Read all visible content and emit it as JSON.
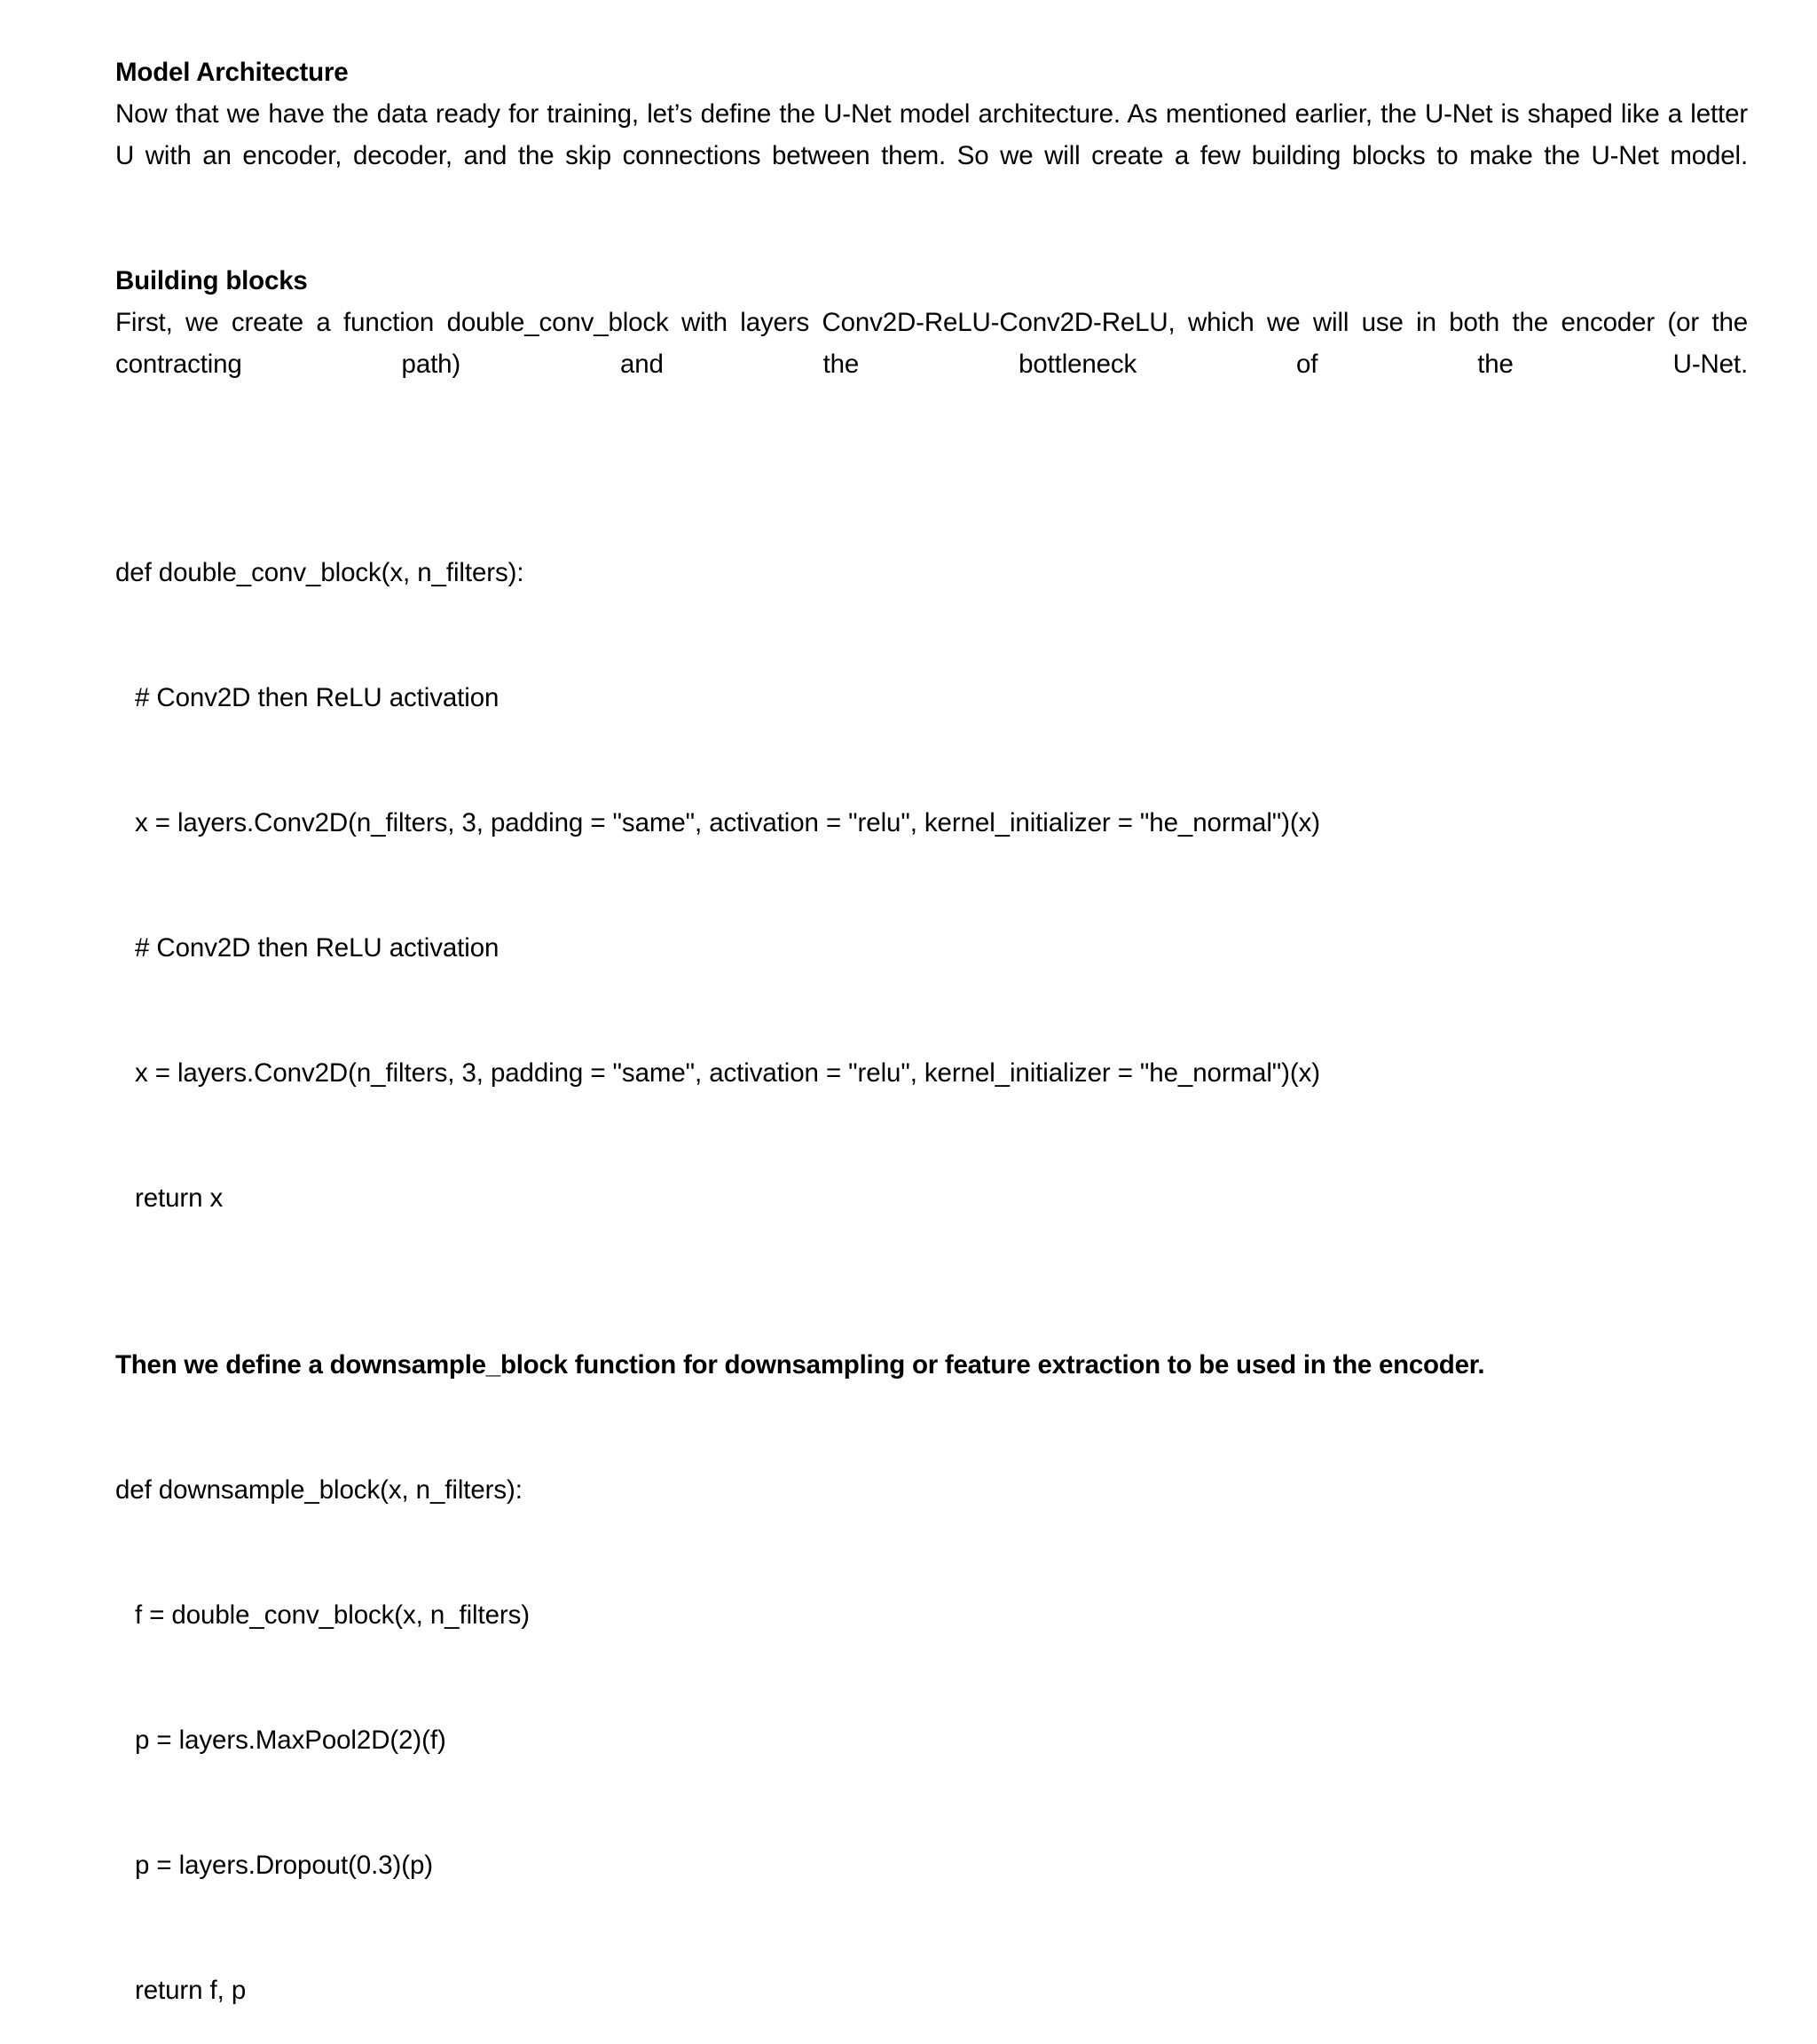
{
  "document": {
    "background_color": "#ffffff",
    "text_color": "#000000",
    "sections": {
      "model_architecture": {
        "heading": "Model Architecture",
        "paragraph": "Now that we have the data ready for training, let’s define the U-Net model architecture. As mentioned earlier, the U-Net is shaped like a letter U with an encoder, decoder, and the skip connections between them. So we will create a few building blocks to make the U-Net model."
      },
      "building_blocks": {
        "heading": "Building blocks",
        "paragraph": "First, we create a function double_conv_block with layers Conv2D-ReLU-Conv2D-ReLU, which we will use in both the encoder (or the contracting path) and the bottleneck of the U-Net.",
        "code": [
          {
            "indent": 0,
            "text": "def double_conv_block(x, n_filters):"
          },
          {
            "indent": 1,
            "text": "# Conv2D then ReLU activation"
          },
          {
            "indent": 1,
            "text": "x = layers.Conv2D(n_filters, 3, padding = \"same\", activation = \"relu\", kernel_initializer = \"he_normal\")(x)"
          },
          {
            "indent": 1,
            "text": "# Conv2D then ReLU activation"
          },
          {
            "indent": 1,
            "text": "x = layers.Conv2D(n_filters, 3, padding = \"same\", activation = \"relu\", kernel_initializer = \"he_normal\")(x)"
          },
          {
            "indent": 1,
            "text": "return x"
          }
        ]
      },
      "downsample_block": {
        "lead_in_bold": "Then we define a downsample_block function for downsampling or feature extraction to be used in the encoder.",
        "code": [
          {
            "indent": 0,
            "text": "def downsample_block(x, n_filters):"
          },
          {
            "indent": 1,
            "text": "f = double_conv_block(x, n_filters)"
          },
          {
            "indent": 1,
            "text": "p = layers.MaxPool2D(2)(f)"
          },
          {
            "indent": 1,
            "text": "p = layers.Dropout(0.3)(p)"
          },
          {
            "indent": 1,
            "text": "return f, p"
          }
        ]
      }
    }
  }
}
